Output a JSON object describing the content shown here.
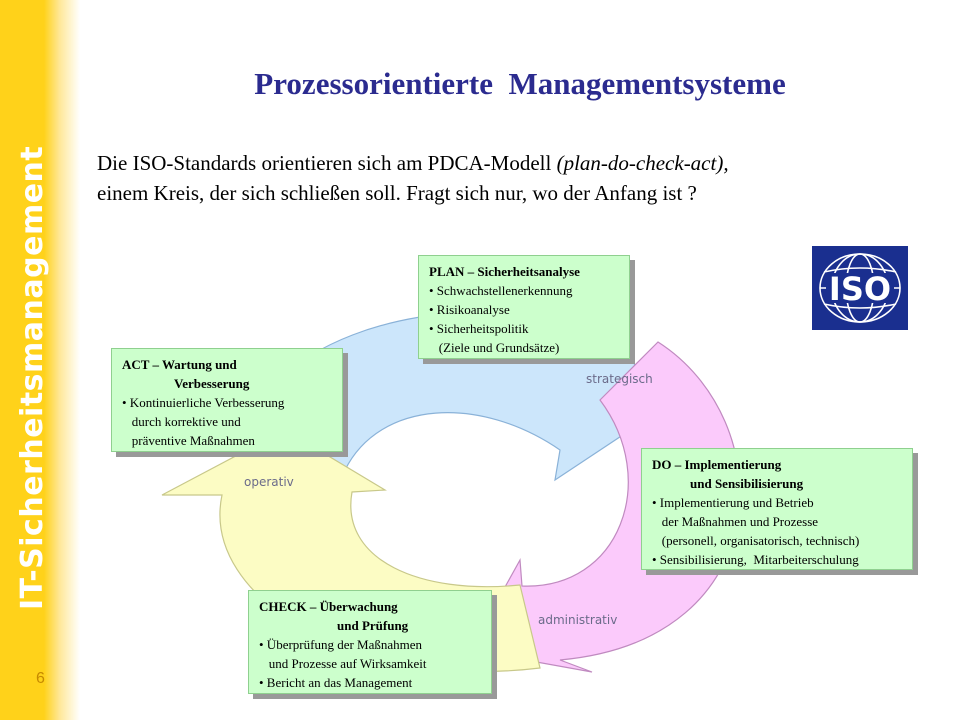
{
  "sidebar": {
    "title": "IT-Sicherheitsmanagement",
    "page_number": "6",
    "color": "#ffd21a"
  },
  "slide": {
    "title_part1": "Prozessorientierte",
    "title_part2": "Managementsysteme",
    "intro_line1_a": "Die ISO-Standards orientieren sich am PDCA-Modell ",
    "intro_line1_b": "(plan-do-check-act),",
    "intro_line2": "einem Kreis, der sich schließen soll. Fragt sich nur, wo der Anfang ist ?"
  },
  "logo": {
    "text": "ISO",
    "color": "#1a2f8f"
  },
  "cycle": {
    "labels": {
      "strategisch": "strategisch",
      "operativ": "operativ",
      "administrativ": "administrativ"
    },
    "colors": {
      "strategic": "#cce6fb",
      "administrative": "#fbcafb",
      "operative": "#fcfcc4"
    }
  },
  "boxes": {
    "plan": {
      "heading": "PLAN – Sicherheitsanalyse",
      "items": [
        "• Schwachstellenerkennung",
        "• Risikoanalyse",
        "• Sicherheitspolitik",
        "   (Ziele und Grundsätze)"
      ]
    },
    "act": {
      "heading": "ACT – Wartung und",
      "heading2": "Verbesserung",
      "items": [
        "• Kontinuierliche Verbesserung",
        "   durch korrektive und",
        "   präventive Maßnahmen"
      ]
    },
    "do": {
      "heading": "DO – Implementierung",
      "heading2": "und Sensibilisierung",
      "items": [
        "• Implementierung und Betrieb",
        "   der Maßnahmen und Prozesse",
        "   (personell, organisatorisch, technisch)",
        "• Sensibilisierung,  Mitarbeiterschulung"
      ]
    },
    "check": {
      "heading": "CHECK – Überwachung",
      "heading2": "und Prüfung",
      "items": [
        "• Überprüfung der Maßnahmen",
        "   und Prozesse auf Wirksamkeit",
        "• Bericht an das Management"
      ]
    }
  }
}
